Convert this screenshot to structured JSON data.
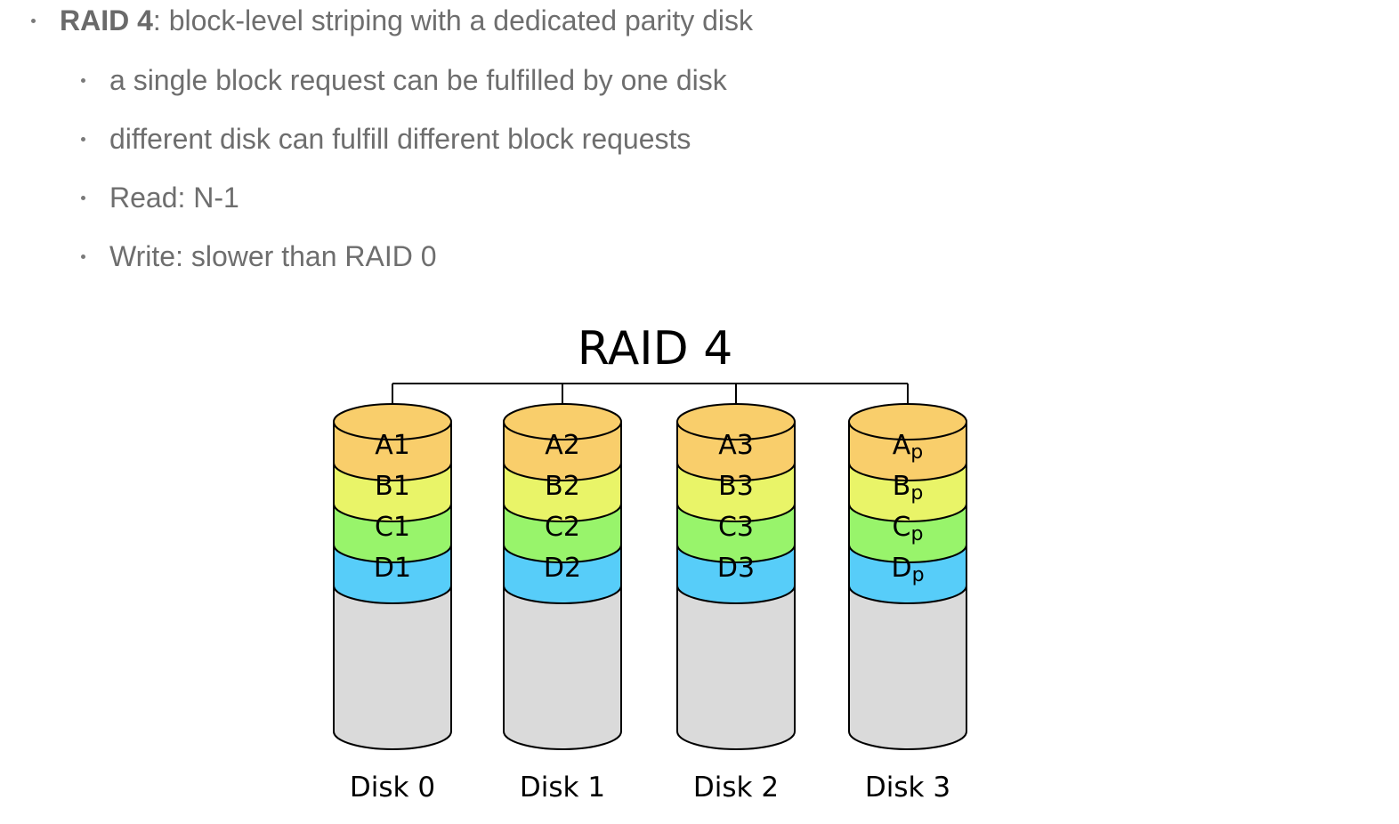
{
  "main_bullet": {
    "term": "RAID 4",
    "text": ": block-level striping with a dedicated parity disk"
  },
  "sub_bullets": [
    "a single block request can be fulfilled by one disk",
    "different disk can fulfill different block requests",
    "Read: N-1",
    "Write: slower than RAID 0"
  ],
  "diagram": {
    "title": "RAID 4",
    "disks": [
      {
        "label": "Disk 0",
        "blocks": [
          {
            "base": "A1",
            "sub": ""
          },
          {
            "base": "B1",
            "sub": ""
          },
          {
            "base": "C1",
            "sub": ""
          },
          {
            "base": "D1",
            "sub": ""
          }
        ]
      },
      {
        "label": "Disk 1",
        "blocks": [
          {
            "base": "A2",
            "sub": ""
          },
          {
            "base": "B2",
            "sub": ""
          },
          {
            "base": "C2",
            "sub": ""
          },
          {
            "base": "D2",
            "sub": ""
          }
        ]
      },
      {
        "label": "Disk 2",
        "blocks": [
          {
            "base": "A3",
            "sub": ""
          },
          {
            "base": "B3",
            "sub": ""
          },
          {
            "base": "C3",
            "sub": ""
          },
          {
            "base": "D3",
            "sub": ""
          }
        ]
      },
      {
        "label": "Disk 3",
        "blocks": [
          {
            "base": "A",
            "sub": "p"
          },
          {
            "base": "B",
            "sub": "p"
          },
          {
            "base": "C",
            "sub": "p"
          },
          {
            "base": "D",
            "sub": "p"
          }
        ]
      }
    ],
    "block_colors": [
      "#f9ce6b",
      "#e9f468",
      "#98f46b",
      "#57cdf9"
    ],
    "empty_color": "#dadada",
    "outline_color": "#000000"
  }
}
